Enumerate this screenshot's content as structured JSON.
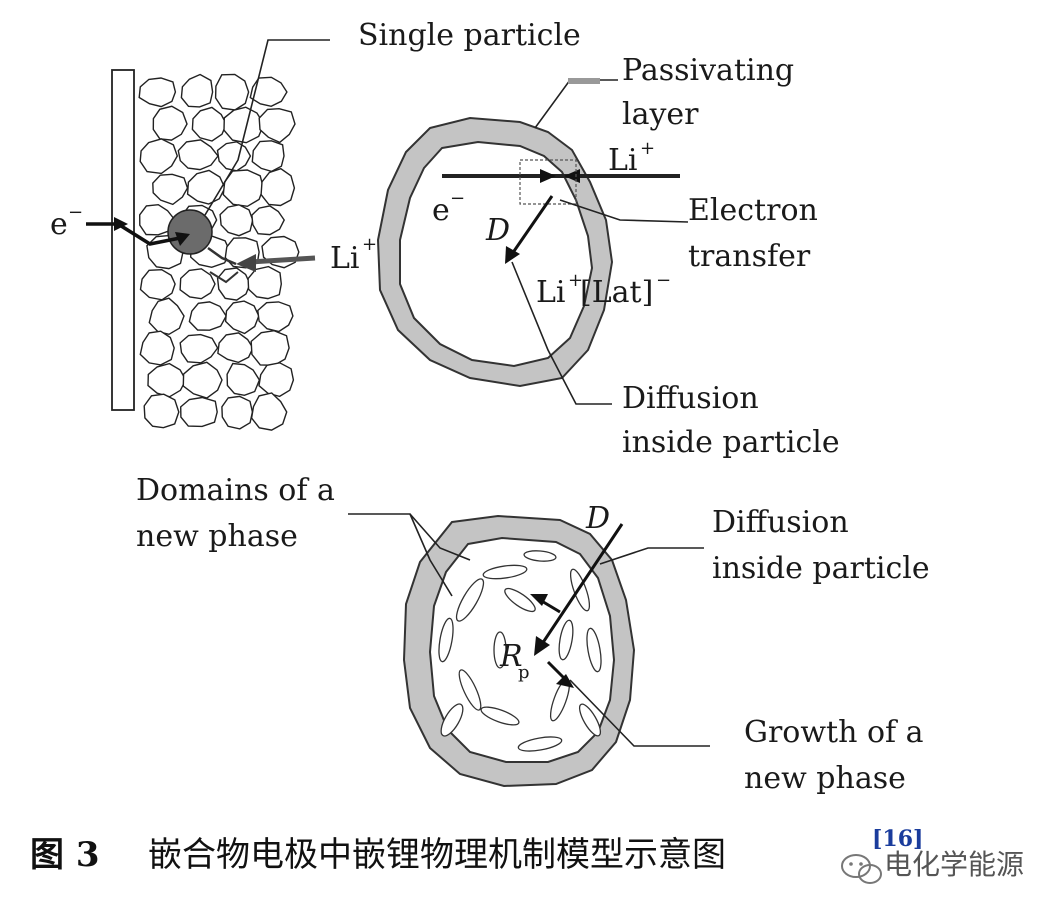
{
  "figure": {
    "labels": {
      "single_particle": "Single particle",
      "passivating_line1": "Passivating",
      "passivating_line2": "layer",
      "e_minus_left": "e",
      "li_plus_left": "Li",
      "li_plus_top": "Li",
      "e_minus_inner": "e",
      "d_top": "D",
      "electron_transfer_line1": "Electron",
      "electron_transfer_line2": "transfer",
      "lat_lead": "Li",
      "lat_bracket": "[Lat]",
      "diffusion_top_line1": "Diffusion",
      "diffusion_top_line2": "inside particle",
      "domains_line1": "Domains of a",
      "domains_line2": "new phase",
      "d_bottom": "D",
      "diffusion_bottom_line1": "Diffusion",
      "diffusion_bottom_line2": "inside particle",
      "rp": "R",
      "rp_sub": "p",
      "growth_line1": "Growth of a",
      "growth_line2": "new phase",
      "sup_minus": "−",
      "sup_plus": "+"
    },
    "caption": {
      "fig_number": "图 3",
      "text": "嵌合物电极中嵌锂物理机制模型示意图",
      "reference": "[16]"
    },
    "watermark": {
      "text": "电化学能源",
      "icon": "wechat-icon"
    }
  }
}
